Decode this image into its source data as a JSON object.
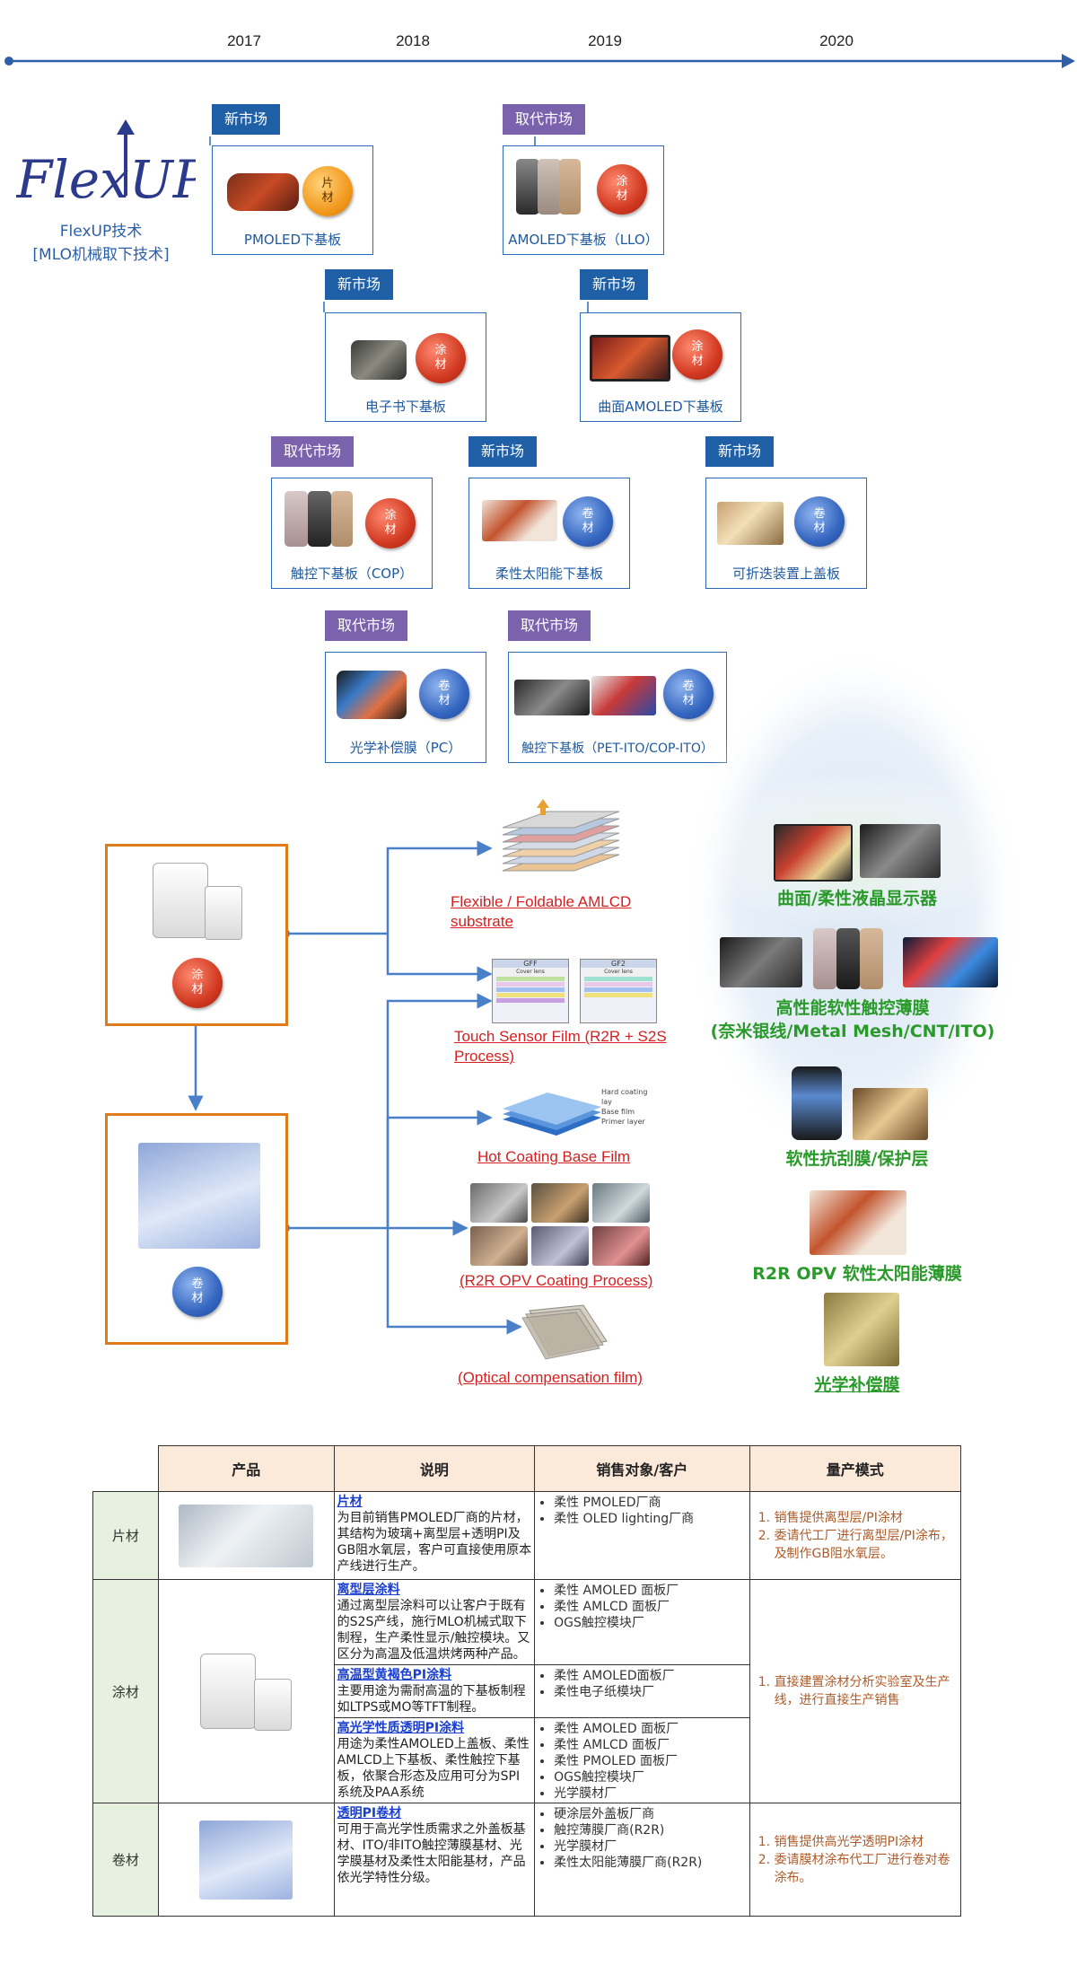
{
  "timeline": {
    "years": [
      "2017",
      "2018",
      "2019",
      "2020"
    ]
  },
  "logo": {
    "name": "FlexUP",
    "caption_line1": "FlexUP技术",
    "caption_line2": "[MLO机械取下技术]"
  },
  "tags": {
    "new": "新市场",
    "replace": "取代市场"
  },
  "material": {
    "sheet": "片材",
    "coating": "涂材",
    "roll": "卷材"
  },
  "roadmap": [
    {
      "id": "pmoled",
      "tag": "新市场",
      "material": "片材",
      "caption": "PMOLED下基板"
    },
    {
      "id": "amoled-llo",
      "tag": "取代市场",
      "material": "涂材",
      "caption": "AMOLED下基板（LLO）"
    },
    {
      "id": "ebook",
      "tag": "新市场",
      "material": "涂材",
      "caption": "电子书下基板"
    },
    {
      "id": "curved",
      "tag": "新市场",
      "material": "涂材",
      "caption": "曲面AMOLED下基板"
    },
    {
      "id": "cop",
      "tag": "取代市场",
      "material": "涂材",
      "caption": "触控下基板（COP）"
    },
    {
      "id": "solar",
      "tag": "新市场",
      "material": "卷材",
      "caption": "柔性太阳能下基板"
    },
    {
      "id": "foldable",
      "tag": "新市场",
      "material": "卷材",
      "caption": "可折迭装置上盖板"
    },
    {
      "id": "pc",
      "tag": "取代市场",
      "material": "卷材",
      "caption": "光学补偿膜（PC）"
    },
    {
      "id": "pet-ito",
      "tag": "取代市场",
      "material": "卷材",
      "caption": "触控下基板（PET-ITO/COP-ITO）"
    }
  ],
  "flow": {
    "targets": [
      {
        "line1": "Flexible / Foldable AMLCD",
        "line2": "substrate"
      },
      {
        "line1": "Touch Sensor Film (R2R + S2S",
        "line2": "Process)"
      },
      {
        "line1": "Hot Coating Base Film",
        "line2": ""
      },
      {
        "line1": "(R2R OPV Coating Process)",
        "line2": ""
      },
      {
        "line1": "(Optical compensation film)",
        "line2": ""
      }
    ],
    "sensor_labels": [
      "GFF",
      "GF2",
      "Cover lens"
    ],
    "hardcoat_labels": [
      "Hard coating lay",
      "Base film",
      "Primer layer"
    ]
  },
  "applications": [
    {
      "line1": "曲面/柔性液晶显示器",
      "line2": ""
    },
    {
      "line1": "高性能软性触控薄膜",
      "line2": "(奈米银线/Metal Mesh/CNT/ITO)"
    },
    {
      "line1": "软性抗刮膜/保护层",
      "line2": ""
    },
    {
      "line1": "R2R OPV 软性太阳能薄膜",
      "line2": ""
    },
    {
      "line1": "光学补偿膜",
      "line2": ""
    }
  ],
  "table": {
    "headers": [
      "产品",
      "说明",
      "销售对象/客户",
      "量产模式"
    ],
    "rows": [
      {
        "group": "片材",
        "name": "片材",
        "desc": "为目前销售PMOLED厂商的片材，其结构为玻璃+离型层+透明PI及GB阻水氧层，客户可直接使用原本产线进行生产。",
        "customers": [
          "柔性 PMOLED厂商",
          "柔性 OLED lighting厂商"
        ],
        "mode": [
          "销售提供离型层/PI涂材",
          "委请代工厂进行离型层/PI涂布，及制作GB阻水氧层。"
        ]
      },
      {
        "group": "涂材",
        "name": "离型层涂料",
        "desc": "通过离型层涂料可以让客户于既有的S2S产线，施行MLO机械式取下制程，生产柔性显示/触控模块。又区分为高温及低温烘烤两种产品。",
        "customers": [
          "柔性 AMOLED 面板厂",
          "柔性 AMLCD 面板厂",
          "OGS触控模块厂"
        ],
        "mode": [
          "直接建置涂材分析实验室及生产线，进行直接生产销售"
        ]
      },
      {
        "group": "涂材",
        "name": "高温型黄褐色PI涂料",
        "desc": "主要用途为需耐高温的下基板制程如LTPS或MO等TFT制程。",
        "customers": [
          "柔性 AMOLED面板厂",
          "柔性电子纸模块厂"
        ],
        "mode": []
      },
      {
        "group": "涂材",
        "name": "高光学性质透明PI涂料",
        "desc": "用途为柔性AMOLED上盖板、柔性AMLCD上下基板、柔性触控下基板，依聚合形态及应用可分为SPI系统及PAA系统",
        "customers": [
          "柔性 AMOLED 面板厂",
          "柔性 AMLCD 面板厂",
          "柔性 PMOLED 面板厂",
          "OGS触控模块厂",
          "光学膜材厂"
        ],
        "mode": []
      },
      {
        "group": "卷材",
        "name": "透明PI卷材",
        "desc": "可用于高光学性质需求之外盖板基材、ITO/非ITO触控薄膜基材、光学膜基材及柔性太阳能基材，产品依光学特性分级。",
        "customers": [
          "硬涂层外盖板厂商",
          "触控薄膜厂商(R2R)",
          "光学膜材厂",
          "柔性太阳能薄膜厂商(R2R)"
        ],
        "mode": [
          "销售提供高光学透明PI涂材",
          "委请膜材涂布代工厂进行卷对卷涂布。"
        ]
      }
    ]
  },
  "colors": {
    "blue_tag": "#1f5fa6",
    "purple_tag": "#7b62ad",
    "link_red": "#d42020",
    "app_green": "#2a9a2a",
    "orange_box": "#e07b1c"
  }
}
